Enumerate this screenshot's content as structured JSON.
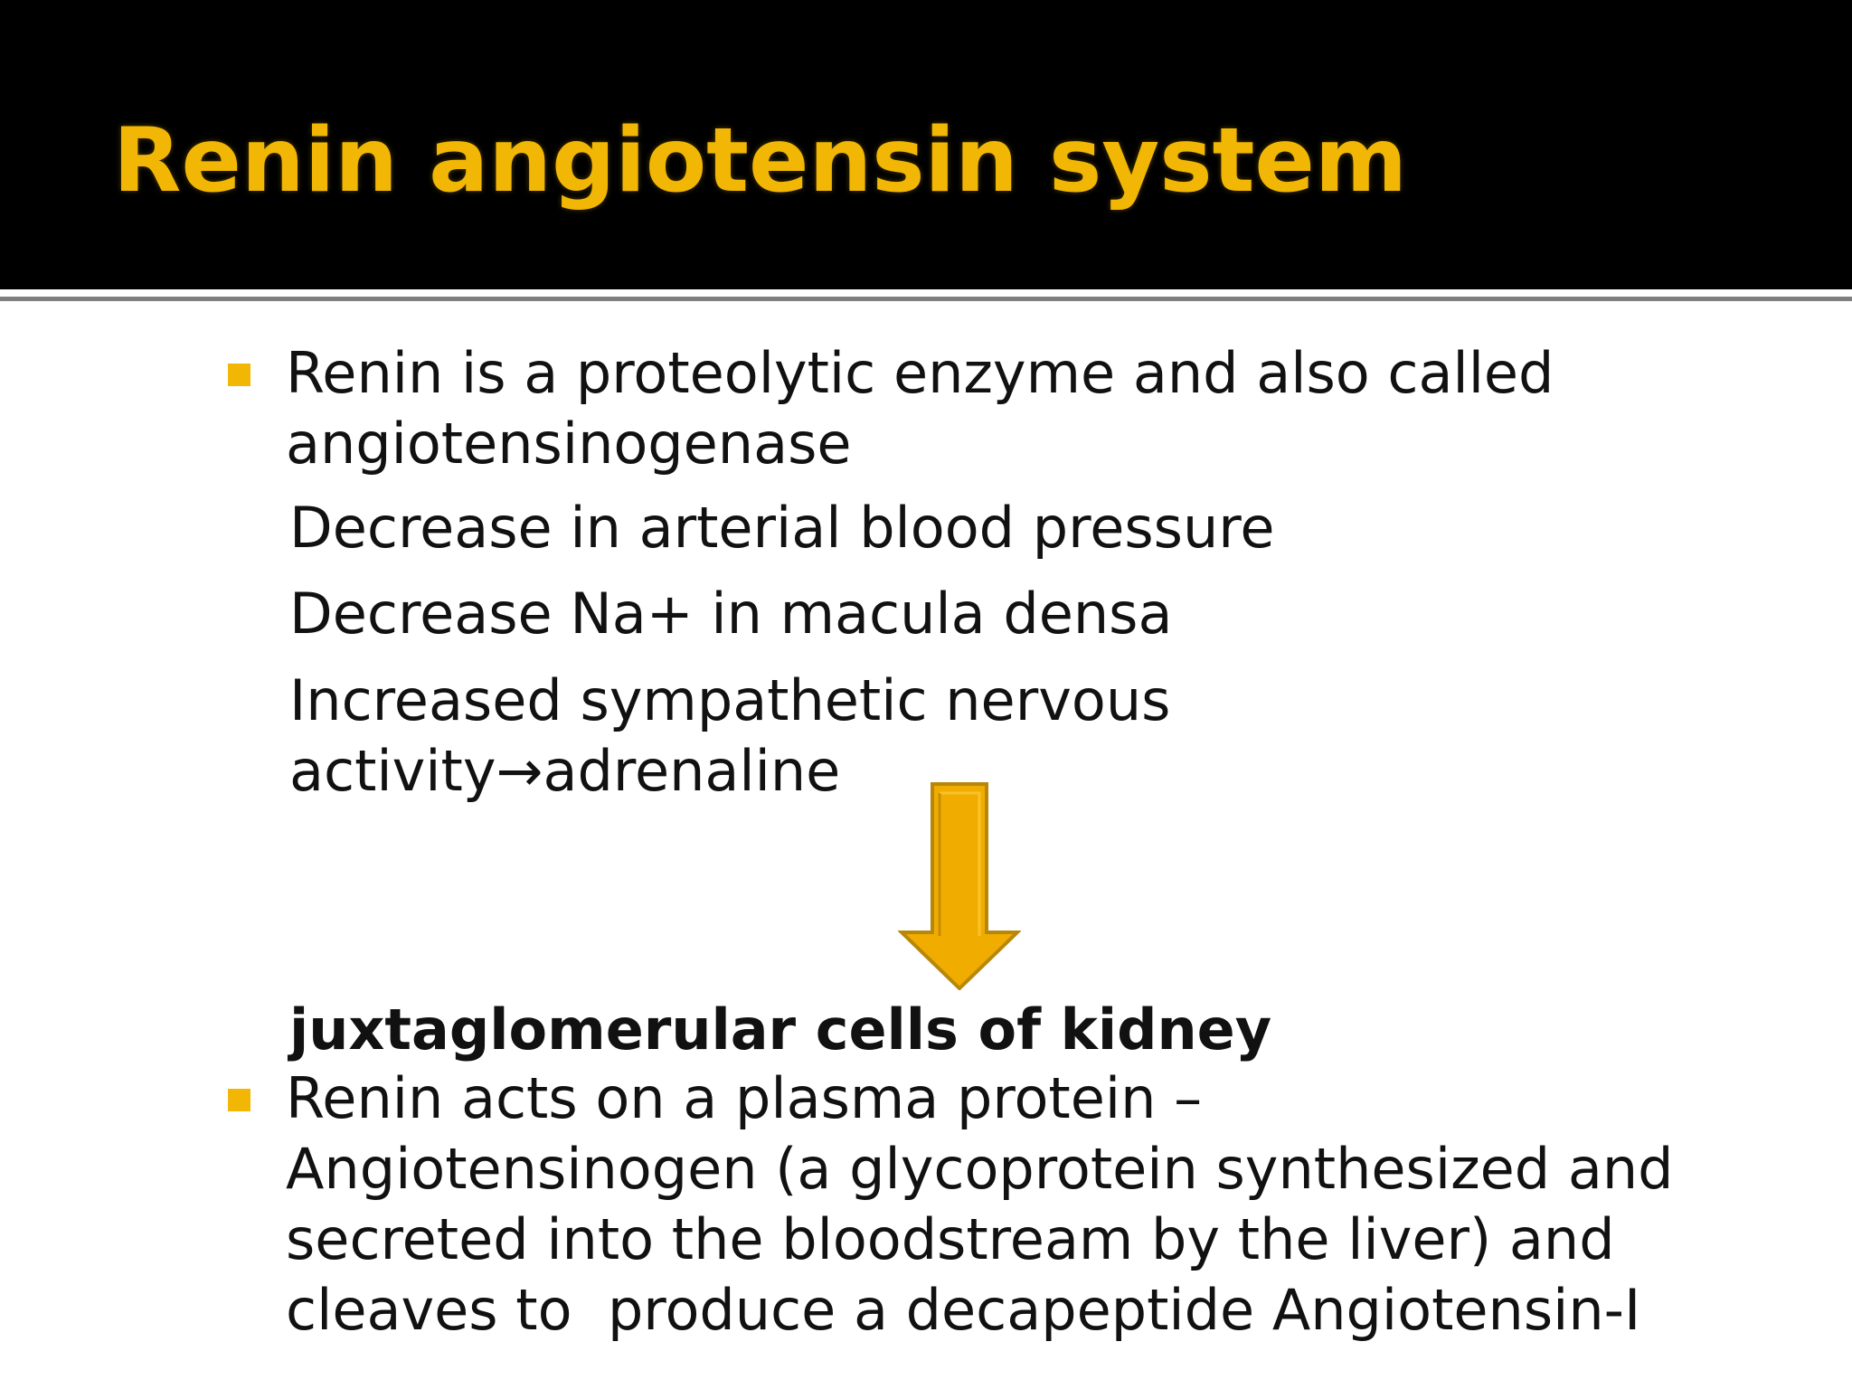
{
  "slide": {
    "title": "Renin angiotensin system",
    "bullet1": {
      "line1": "Renin is a proteolytic enzyme and also called",
      "line2": "angiotensinogenase"
    },
    "triggers": [
      "Decrease in arterial blood pressure",
      "Decrease Na+ in macula densa"
    ],
    "sympathetic": {
      "line1": "Increased sympathetic nervous",
      "line2_part1": "activity",
      "arrow_glyph": "→",
      "line2_part2": "adrenaline"
    },
    "target": "juxtaglomerular cells of kidney",
    "bullet2": {
      "line1": "Renin acts on a plasma protein –",
      "line2": "Angiotensinogen (a glycoprotein synthesized and",
      "line3": "secreted into the bloodstream by the liver) and",
      "line4": "cleaves to  produce a decapeptide Angiotensin-I"
    },
    "colors": {
      "title": "#f2b705",
      "accent": "#f2b705",
      "arrow_fill": "#f0ad00",
      "arrow_stroke": "#b8860b",
      "title_bar": "#000000"
    },
    "icons": {
      "bullet": "square-bullet-icon",
      "flow_arrow": "down-arrow-icon"
    }
  }
}
